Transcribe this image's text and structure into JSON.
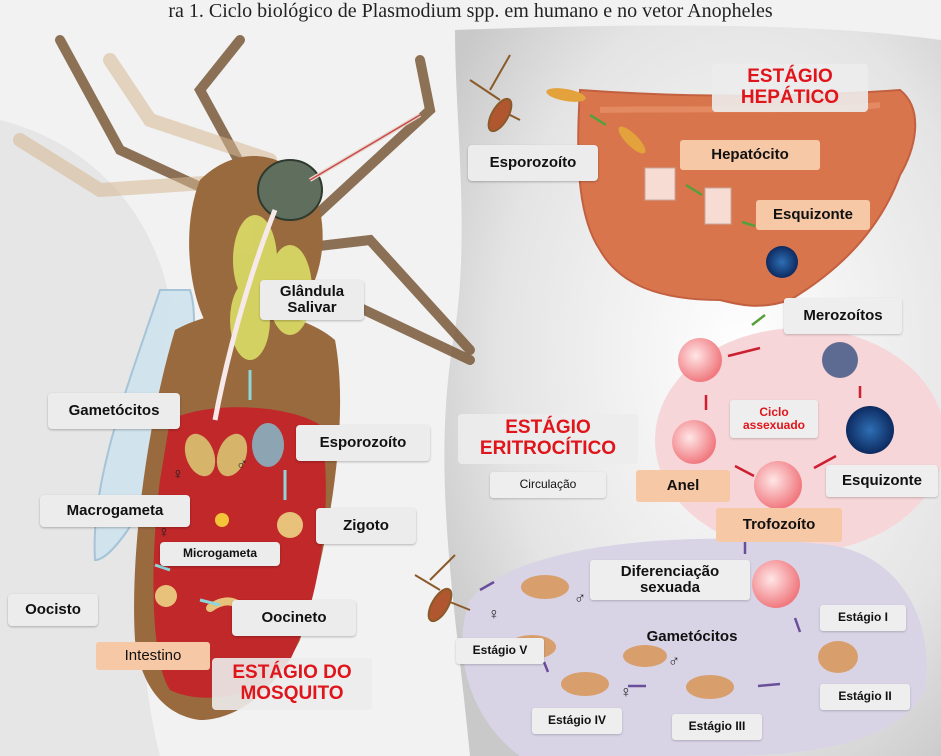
{
  "caption": "ra 1. Ciclo biológico de Plasmodium spp. em humano e no vetor Anopheles",
  "stages": {
    "hepatic": "ESTÁGIO\nHEPÁTICO",
    "erythrocytic": "ESTÁGIO\nERITROCÍTICO",
    "mosquito": "ESTÁGIO DO\nMOSQUITO"
  },
  "labels": {
    "esporozoito_top": "Esporozoíto",
    "hepatocito": "Hepatócito",
    "esquizonte_liver": "Esquizonte",
    "merozoitos": "Merozoítos",
    "ciclo_assexuado": "Ciclo\nassexuado",
    "circulacao": "Circulação",
    "anel": "Anel",
    "esquizonte_rbc": "Esquizonte",
    "trofozoito": "Trofozoíto",
    "diferenciacao": "Diferenciação\nsexuada",
    "estagio_i": "Estágio I",
    "estagio_ii": "Estágio II",
    "estagio_iii": "Estágio III",
    "estagio_iv": "Estágio IV",
    "estagio_v": "Estágio V",
    "gametocitos_right": "Gametócitos",
    "glandula": "Glândula\nSalivar",
    "gametocitos_left": "Gametócitos",
    "esporozoito_mid": "Esporozoíto",
    "macrogameta": "Macrogameta",
    "zigoto": "Zigoto",
    "microgameta": "Microgameta",
    "oocisto": "Oocisto",
    "oocineto": "Oocineto",
    "intestino": "Intestino"
  },
  "symbols": {
    "female": "♀",
    "male": "♂"
  }
}
